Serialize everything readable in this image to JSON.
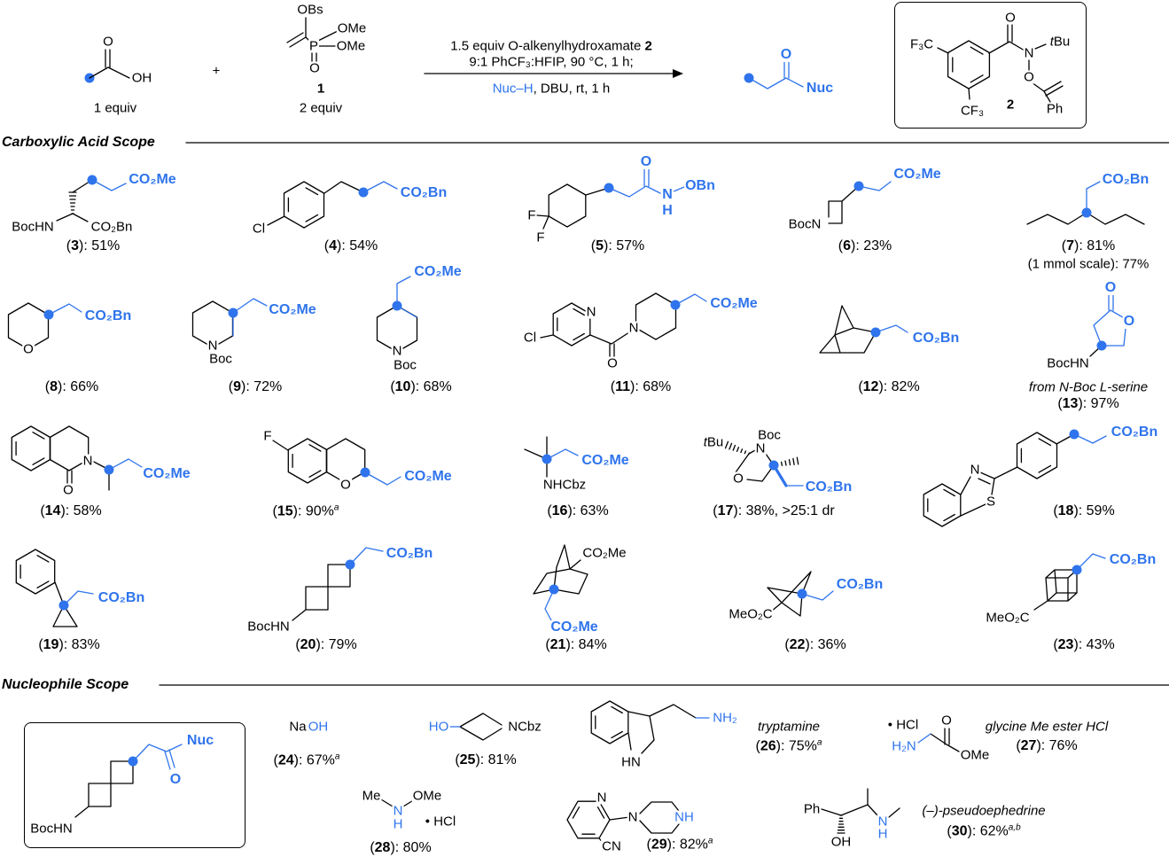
{
  "colors": {
    "accent": "#2f74ec",
    "text": "#000000"
  },
  "scheme": {
    "acid": {
      "o": "O",
      "oh": "OH",
      "equiv": "1 equiv"
    },
    "plus": "+",
    "reagent1": {
      "obs": "OBs",
      "ome_top": "OMe",
      "p": "P",
      "ome": "OMe",
      "o": "O",
      "number": "1",
      "equiv": "2 equiv"
    },
    "conditions": {
      "line1": "1.5 equiv O-alkenylhydroxamate ",
      "line1_bold": "2",
      "line2": "9:1 PhCF₃:HFIP, 90 °C, 1 h;",
      "line3_nuc": "Nuc–H",
      "line3_rest": ", DBU, rt, 1 h"
    },
    "product": {
      "o": "O",
      "nuc": "Nuc"
    },
    "reagent2": {
      "f3c": "F₃C",
      "o_carbonyl": "O",
      "n": "N",
      "tbu": "tBu",
      "o_ether": "O",
      "ph": "Ph",
      "cf3": "CF₃",
      "number": "2"
    }
  },
  "acid_scope": {
    "title": "Carboxylic Acid Scope",
    "compounds": [
      {
        "id": "3",
        "yield": ": 51%",
        "labels": [
          "CO₂Me",
          "BocHN",
          "CO₂Bn"
        ]
      },
      {
        "id": "4",
        "yield": ": 54%",
        "labels": [
          "Cl",
          "CO₂Bn"
        ]
      },
      {
        "id": "5",
        "yield": ": 57%",
        "labels": [
          "F",
          "F",
          "O",
          "N",
          "H",
          "OBn"
        ]
      },
      {
        "id": "6",
        "yield": ": 23%",
        "labels": [
          "BocN",
          "CO₂Me"
        ]
      },
      {
        "id": "7",
        "yield": ": 81%",
        "note_below": "(1 mmol scale): 77%",
        "labels": [
          "CO₂Bn"
        ]
      },
      {
        "id": "8",
        "yield": ": 66%",
        "labels": [
          "O",
          "CO₂Bn"
        ]
      },
      {
        "id": "9",
        "yield": ": 72%",
        "labels": [
          "N",
          "Boc",
          "CO₂Me"
        ]
      },
      {
        "id": "10",
        "yield": ": 68%",
        "labels": [
          "CO₂Me",
          "N",
          "Boc"
        ]
      },
      {
        "id": "11",
        "yield": ": 68%",
        "labels": [
          "Cl",
          "N",
          "N",
          "O",
          "CO₂Me"
        ]
      },
      {
        "id": "12",
        "yield": ": 82%",
        "labels": [
          "CO₂Bn"
        ]
      },
      {
        "id": "13",
        "yield": ": 97%",
        "note_above": "from N-Boc L-serine",
        "labels": [
          "O",
          "O",
          "BocHN"
        ]
      },
      {
        "id": "14",
        "yield": ": 58%",
        "labels": [
          "N",
          "O",
          "CO₂Me"
        ]
      },
      {
        "id": "15",
        "yield": ": 90%",
        "sup": "a",
        "labels": [
          "F",
          "O",
          "CO₂Me"
        ]
      },
      {
        "id": "16",
        "yield": ": 63%",
        "labels": [
          "NHCbz",
          "CO₂Me"
        ]
      },
      {
        "id": "17",
        "yield": ": 38%, >25:1 dr",
        "labels": [
          "tBu",
          "Boc",
          "N",
          "O",
          "CO₂Bn"
        ]
      },
      {
        "id": "18",
        "yield": ": 59%",
        "labels": [
          "N",
          "S",
          "CO₂Bn"
        ]
      },
      {
        "id": "19",
        "yield": ": 83%",
        "labels": [
          "CO₂Bn"
        ]
      },
      {
        "id": "20",
        "yield": ": 79%",
        "labels": [
          "BocHN",
          "CO₂Bn"
        ]
      },
      {
        "id": "21",
        "yield": ": 84%",
        "labels": [
          "CO₂Me",
          "CO₂Me"
        ]
      },
      {
        "id": "22",
        "yield": ": 36%",
        "labels": [
          "MeO₂C",
          "CO₂Bn"
        ]
      },
      {
        "id": "23",
        "yield": ": 43%",
        "labels": [
          "MeO₂C",
          "CO₂Bn"
        ]
      }
    ]
  },
  "nucleophile_scope": {
    "title": "Nucleophile Scope",
    "general_product": {
      "labels": [
        "Nuc",
        "O",
        "BocHN"
      ]
    },
    "items": [
      {
        "id": "24",
        "yield": ": 67%",
        "sup": "a",
        "labels": [
          "Na",
          "OH"
        ]
      },
      {
        "id": "25",
        "yield": ": 81%",
        "labels": [
          "HO",
          "NCbz"
        ]
      },
      {
        "id": "26",
        "yield": ": 75%",
        "sup": "a",
        "name": "tryptamine",
        "labels": [
          "NH₂",
          "HN"
        ]
      },
      {
        "id": "27",
        "yield": ": 76%",
        "name": "glycine Me ester HCl",
        "labels": [
          "• HCl",
          "H₂N",
          "O",
          "OMe"
        ]
      },
      {
        "id": "28",
        "yield": ": 80%",
        "labels": [
          "Me",
          "OMe",
          "N",
          "H",
          "• HCl"
        ]
      },
      {
        "id": "29",
        "yield": ": 82%",
        "sup": "a",
        "labels": [
          "N",
          "N",
          "NH",
          "CN"
        ]
      },
      {
        "id": "30",
        "yield": ": 62%",
        "sup": "a,b",
        "name": "(–)-pseudoephedrine",
        "labels": [
          "Ph",
          "OH",
          "N",
          "H"
        ]
      }
    ]
  }
}
